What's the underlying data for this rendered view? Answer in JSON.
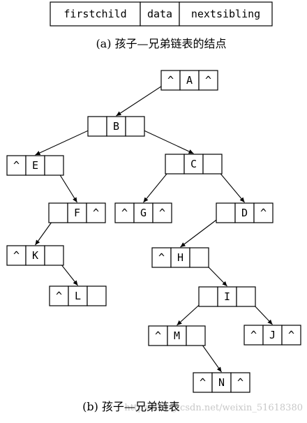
{
  "legend": {
    "fields": [
      "firstchild",
      "data",
      "nextsibling"
    ],
    "caption": "(a) 孩子—兄弟链表的结点"
  },
  "tree": {
    "null_symbol": "^",
    "nodes": [
      {
        "id": "A",
        "label": "A",
        "firstchild": null,
        "nextsibling": null
      },
      {
        "id": "B",
        "label": "B",
        "firstchild": "E",
        "nextsibling": "C"
      },
      {
        "id": "C",
        "label": "C",
        "firstchild": "G",
        "nextsibling": "D"
      },
      {
        "id": "D",
        "label": "D",
        "firstchild": "H",
        "nextsibling": null
      },
      {
        "id": "E",
        "label": "E",
        "firstchild": null,
        "nextsibling": "F"
      },
      {
        "id": "F",
        "label": "F",
        "firstchild": "K",
        "nextsibling": null
      },
      {
        "id": "G",
        "label": "G",
        "firstchild": null,
        "nextsibling": null
      },
      {
        "id": "H",
        "label": "H",
        "firstchild": null,
        "nextsibling": "I"
      },
      {
        "id": "I",
        "label": "I",
        "firstchild": "M",
        "nextsibling": "J"
      },
      {
        "id": "J",
        "label": "J",
        "firstchild": null,
        "nextsibling": null
      },
      {
        "id": "K",
        "label": "K",
        "firstchild": null,
        "nextsibling": "L"
      },
      {
        "id": "L",
        "label": "L",
        "firstchild": null,
        "nextsibling": ""
      },
      {
        "id": "M",
        "label": "M",
        "firstchild": null,
        "nextsibling": "N"
      },
      {
        "id": "N",
        "label": "N",
        "firstchild": null,
        "nextsibling": null
      }
    ],
    "root_pointer": "B",
    "caption": "(b) 孩子—兄弟链表"
  },
  "watermark": "https://blog.csdn.net/weixin_51618380"
}
